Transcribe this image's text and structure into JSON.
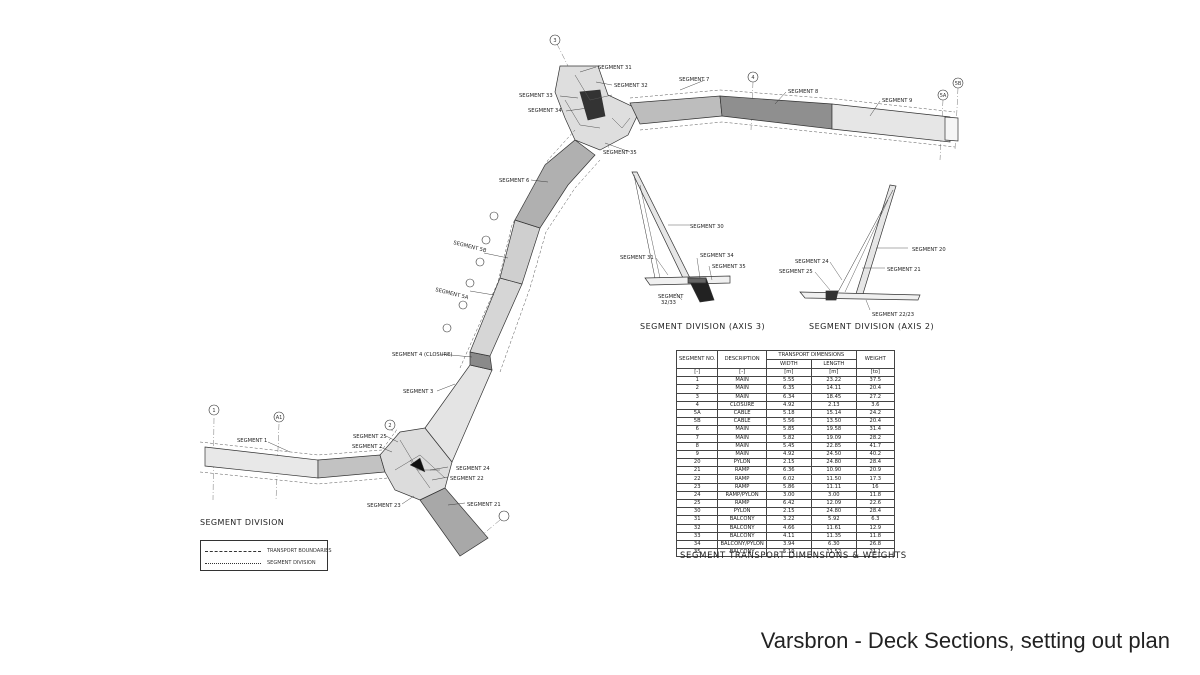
{
  "slide": {
    "title": "Varsbron - Deck Sections, setting out plan"
  },
  "plan": {
    "title": "SEGMENT DIVISION",
    "legend": {
      "transport_boundaries": "TRANSPORT BOUNDARIES",
      "segment_division": "SEGMENT DIVISION"
    },
    "axis_marks": [
      "1",
      "A1",
      "2",
      "3",
      "4",
      "5A",
      "5B"
    ],
    "labels": {
      "s1": "SEGMENT 1",
      "s2": "SEGMENT 2",
      "s3": "SEGMENT 3",
      "s4c": "SEGMENT 4 (CLOSURE)",
      "s5a": "SEGMENT 5A",
      "s5b": "SEGMENT 5B",
      "s6": "SEGMENT 6",
      "s7": "SEGMENT 7",
      "s8": "SEGMENT 8",
      "s9": "SEGMENT 9",
      "s21": "SEGMENT 21",
      "s22": "SEGMENT 22",
      "s23": "SEGMENT 23",
      "s24": "SEGMENT 24",
      "s25": "SEGMENT 25",
      "s31": "SEGMENT 31",
      "s32": "SEGMENT 32",
      "s33": "SEGMENT 33",
      "s34": "SEGMENT 34",
      "s35": "SEGMENT 35"
    }
  },
  "axis3": {
    "title": "SEGMENT DIVISION (AXIS 3)",
    "labels": {
      "s30": "SEGMENT 30",
      "s31": "SEGMENT 31",
      "s34": "SEGMENT 34",
      "s35": "SEGMENT 35",
      "s3233": "SEGMENT",
      "s3233b": "32/33"
    }
  },
  "axis2": {
    "title": "SEGMENT DIVISION (AXIS 2)",
    "labels": {
      "s20": "SEGMENT 20",
      "s21": "SEGMENT 21",
      "s24": "SEGMENT 24",
      "s25": "SEGMENT 25",
      "s2223": "SEGMENT 22/23"
    }
  },
  "table": {
    "caption": "SEGMENT TRANSPORT DIMENSIONS & WEIGHTS",
    "headers": {
      "no": "SEGMENT NO.",
      "desc": "DESCRIPTION",
      "group": "TRANSPORT DIMENSIONS",
      "width": "WIDTH",
      "length": "LENGTH",
      "weight": "WEIGHT"
    },
    "units": [
      "[-]",
      "[-]",
      "[m]",
      "[m]",
      "[to]"
    ],
    "rows": [
      [
        "1",
        "MAIN",
        "5.55",
        "23.22",
        "37.5"
      ],
      [
        "2",
        "MAIN",
        "6.35",
        "14.11",
        "20.4"
      ],
      [
        "3",
        "MAIN",
        "6.34",
        "18.45",
        "27.2"
      ],
      [
        "4",
        "CLOSURE",
        "4.92",
        "2.13",
        "3.6"
      ],
      [
        "5A",
        "CABLE",
        "5.18",
        "15.14",
        "24.2"
      ],
      [
        "5B",
        "CABLE",
        "5.56",
        "13.50",
        "20.4"
      ],
      [
        "6",
        "MAIN",
        "5.85",
        "19.58",
        "31.4"
      ],
      [
        "7",
        "MAIN",
        "5.82",
        "19.09",
        "28.2"
      ],
      [
        "8",
        "MAIN",
        "5.45",
        "22.85",
        "41.7"
      ],
      [
        "9",
        "MAIN",
        "4.92",
        "24.50",
        "40.2"
      ],
      [
        "20",
        "PYLON",
        "2.15",
        "24.80",
        "28.4"
      ],
      [
        "21",
        "RAMP",
        "6.36",
        "10.90",
        "20.9"
      ],
      [
        "22",
        "RAMP",
        "6.02",
        "11.50",
        "17.3"
      ],
      [
        "23",
        "RAMP",
        "5.86",
        "11.11",
        "16"
      ],
      [
        "24",
        "RAMP/PYLON",
        "3.00",
        "3.00",
        "11.8"
      ],
      [
        "25",
        "RAMP",
        "6.42",
        "12.09",
        "22.6"
      ],
      [
        "30",
        "PYLON",
        "2.15",
        "24.80",
        "28.4"
      ],
      [
        "31",
        "BALCONY",
        "3.22",
        "5.92",
        "6.3"
      ],
      [
        "32",
        "BALCONY",
        "4.66",
        "11.61",
        "12.9"
      ],
      [
        "33",
        "BALCONY",
        "4.11",
        "11.35",
        "11.8"
      ],
      [
        "34",
        "BALCONY/PYLON",
        "3.94",
        "6.30",
        "26.8"
      ],
      [
        "35",
        "BALCONY",
        "5.19",
        "11.52",
        "21.1"
      ]
    ]
  },
  "colors": {
    "deck_light": "#e6e6e6",
    "deck_mid": "#bcbcbc",
    "deck_dark": "#8c8c8c",
    "deck_black": "#2a2a2a",
    "line": "#333333"
  }
}
